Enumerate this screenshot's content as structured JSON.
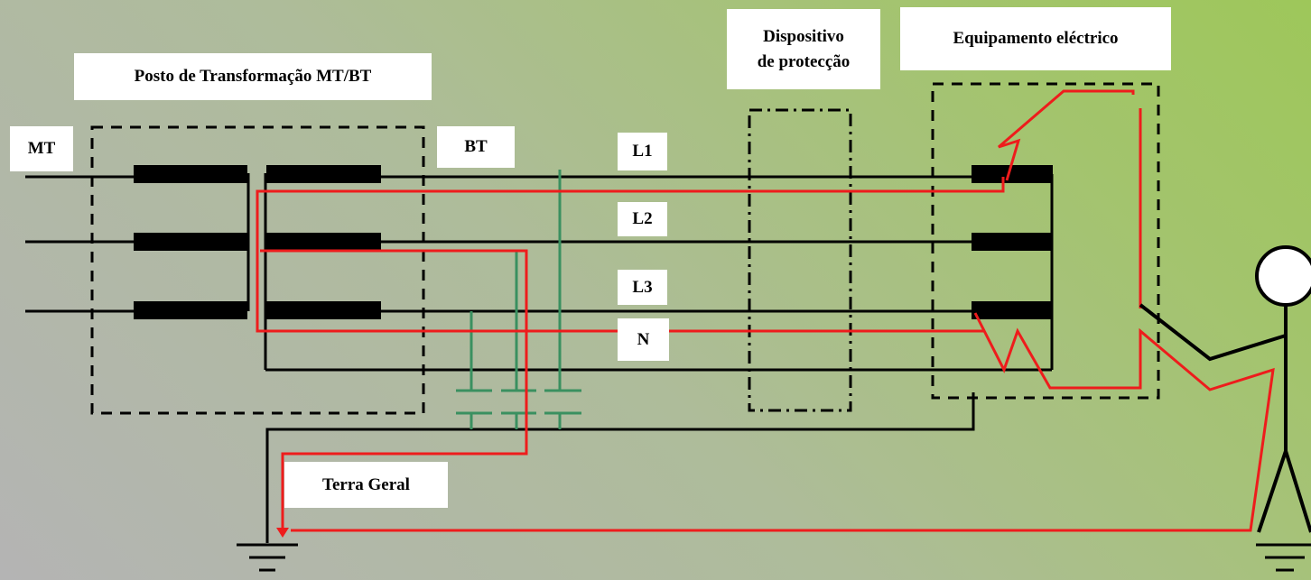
{
  "labels": {
    "transformer_station": "Posto de Transformação MT/BT",
    "mt": "MT",
    "bt": "BT",
    "l1": "L1",
    "l2": "L2",
    "l3": "L3",
    "neutral": "N",
    "protection_line1": "Dispositivo",
    "protection_line2": "de protecção",
    "equipment": "Equipamento eléctrico",
    "earth": "Terra Geral"
  },
  "colors": {
    "fault_current": "#ee1c1c",
    "capacitance": "#3a9060",
    "conductor": "#000000",
    "label_bg": "#ffffff"
  }
}
